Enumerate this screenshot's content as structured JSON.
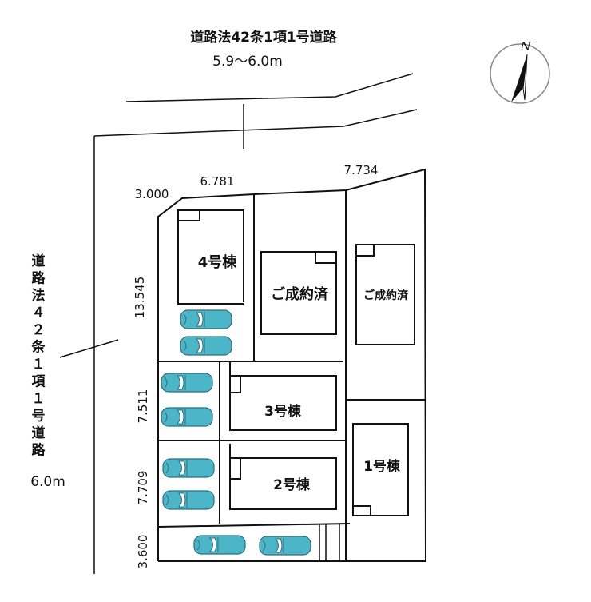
{
  "roads": {
    "top_label": "道路法42条1項1号道路",
    "top_width": "5.9～6.0m",
    "left_label_chars": [
      "道",
      "路",
      "法",
      "４",
      "２",
      "条",
      "１",
      "項",
      "１",
      "号",
      "道",
      "路"
    ],
    "left_width": "6.0m"
  },
  "compass": {
    "label": "N"
  },
  "dimensions": {
    "corner": "3.000",
    "top_left": "6.781",
    "top_right": "7.734",
    "lot4_depth": "13.545",
    "lot3_depth": "7.511",
    "lot2_depth": "7.709",
    "parking_depth": "3.600"
  },
  "buildings": {
    "b4": "4号棟",
    "b3": "3号棟",
    "b2": "2号棟",
    "b1": "1号棟",
    "sold_center": "ご成約済",
    "sold_right": "ご成約済"
  },
  "colors": {
    "car": "#4db5c8",
    "line": "#111111"
  }
}
